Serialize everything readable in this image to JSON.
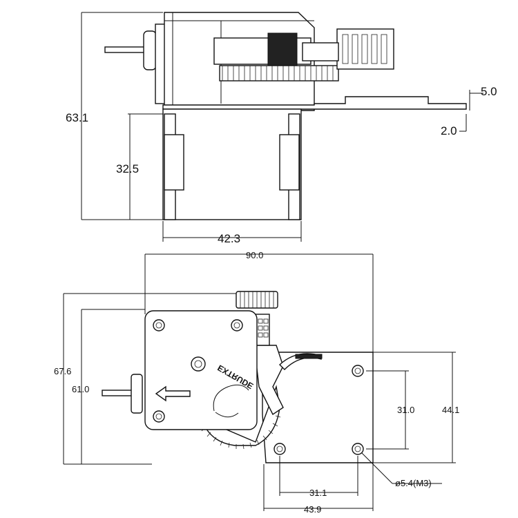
{
  "dimensions": {
    "side_view": {
      "total_height": "63.1",
      "lower_height": "32.5",
      "base_width": "42.3",
      "plate_thickness": "5.0",
      "plate_offset": "2.0"
    },
    "front_view": {
      "total_width": "90.0",
      "total_height": "67.6",
      "body_height": "61.0",
      "plate_height": "44.1",
      "hole_vertical_spacing": "31.0",
      "hole_horizontal_spacing": "31.1",
      "plate_width": "43.9",
      "hole_spec": "ø5.4(M3)"
    }
  },
  "embossed_text": "EXTRUDE",
  "colors": {
    "line": "#111111",
    "background": "#ffffff"
  }
}
